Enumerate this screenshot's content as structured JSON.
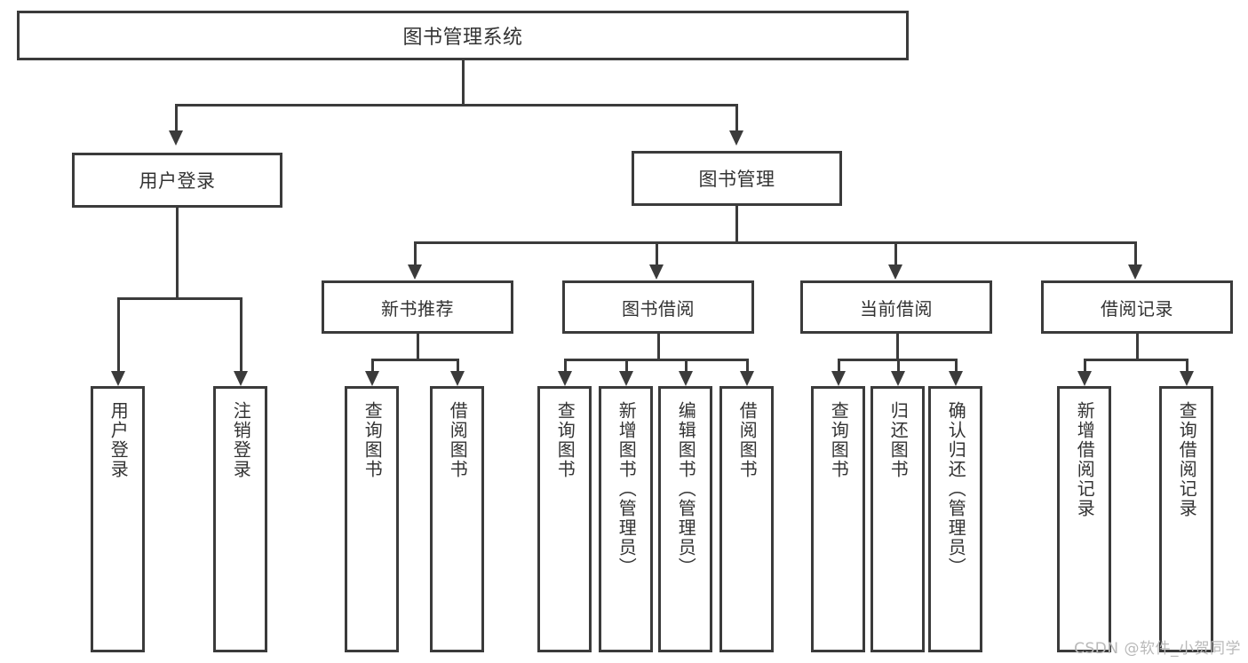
{
  "diagram": {
    "title": "图书管理系统",
    "type": "tree-hierarchy-chart",
    "colors": {
      "background": "#ffffff",
      "box_border": "#3b3b3b",
      "text": "#333333",
      "connector": "#3b3b3b",
      "watermark": "#b9b9b9"
    },
    "root": {
      "label": "图书管理系统"
    },
    "level1": [
      {
        "label": "用户登录"
      },
      {
        "label": "图书管理"
      }
    ],
    "level2": [
      {
        "label": "新书推荐"
      },
      {
        "label": "图书借阅"
      },
      {
        "label": "当前借阅"
      },
      {
        "label": "借阅记录"
      }
    ],
    "leaves": {
      "user_login": [
        {
          "label": "用户登录"
        },
        {
          "label": "注销登录"
        }
      ],
      "new_book_recommend": [
        {
          "label": "查询图书"
        },
        {
          "label": "借阅图书"
        }
      ],
      "book_borrow": [
        {
          "label": "查询图书"
        },
        {
          "label": "新增图书（管理员）"
        },
        {
          "label": "编辑图书（管理员）"
        },
        {
          "label": "借阅图书"
        }
      ],
      "current_borrow": [
        {
          "label": "查询图书"
        },
        {
          "label": "归还图书"
        },
        {
          "label": "确认归还（管理员）"
        }
      ],
      "borrow_record": [
        {
          "label": "新增借阅记录"
        },
        {
          "label": "查询借阅记录"
        }
      ]
    }
  },
  "watermark": {
    "text": "CSDN @软件_小贺同学"
  }
}
